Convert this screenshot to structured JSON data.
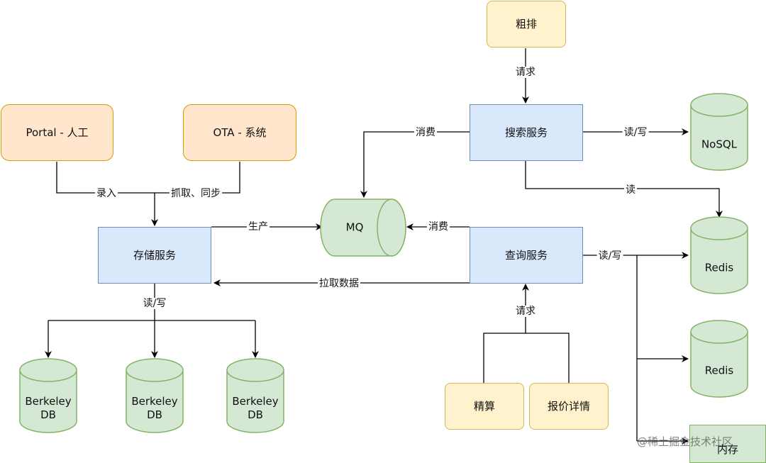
{
  "nodes": {
    "portal": "Portal - 人工",
    "ota": "OTA - 系统",
    "storage": "存储服务",
    "mq": "MQ",
    "coarse": "粗排",
    "search": "搜索服务",
    "query": "查询服务",
    "nosql": "NoSQL",
    "redis1": "Redis",
    "redis2": "Redis",
    "memory": "内存",
    "berkeley1": [
      "Berkeley",
      "DB"
    ],
    "berkeley2": [
      "Berkeley",
      "DB"
    ],
    "berkeley3": [
      "Berkeley",
      "DB"
    ],
    "precise": "精算",
    "quote": "报价详情"
  },
  "edges": {
    "entry": "录入",
    "crawl": "抓取、同步",
    "produce": "生产",
    "consume_search": "消费",
    "consume_query": "消费",
    "pull": "拉取数据",
    "storage_rw": "读/写",
    "request_top": "请求",
    "search_rw": "读/写",
    "search_read": "读",
    "query_rw": "读/写",
    "request_bottom": "请求"
  },
  "colors": {
    "orange_fill": "#ffe6cc",
    "yellow_fill": "#fff2cc",
    "blue_fill": "#dae8fc",
    "green_fill": "#d5e8d4"
  },
  "watermark": "@稀土掘金技术社区"
}
